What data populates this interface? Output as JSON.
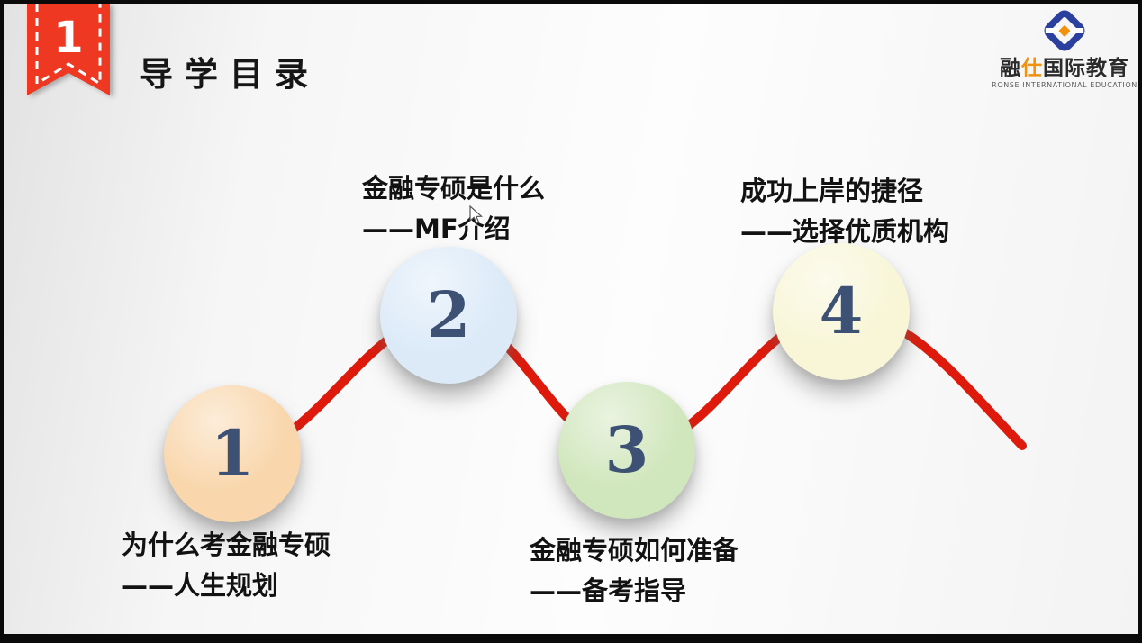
{
  "ribbon": {
    "number": "1",
    "color": "#EF3822"
  },
  "header": {
    "title": "导学目录"
  },
  "logo": {
    "brand_part1": "融",
    "brand_part2": "仕",
    "brand_part3": "国际教育",
    "brand_en": "RONSE INTERNATIONAL EDUCATION",
    "blue": "#2B3F9E",
    "orange": "#F0920E"
  },
  "roadmap": {
    "line_color": "#DE1A0C",
    "number_color": "#3C5173",
    "steps": [
      {
        "number": "1",
        "circle_color": "#F9D6AB",
        "label_line1": "为什么考金融专硕",
        "label_line2": "——人生规划",
        "label_position": "below"
      },
      {
        "number": "2",
        "circle_color": "#DCEAF8",
        "label_line1": "金融专硕是什么",
        "label_line2": "——MF介绍",
        "label_position": "above"
      },
      {
        "number": "3",
        "circle_color": "#D0E6BC",
        "label_line1": "金融专硕如何准备",
        "label_line2": "——备考指导",
        "label_position": "below"
      },
      {
        "number": "4",
        "circle_color": "#F8F6D7",
        "label_line1": "成功上岸的捷径",
        "label_line2": "——选择优质机构",
        "label_position": "above"
      }
    ]
  }
}
